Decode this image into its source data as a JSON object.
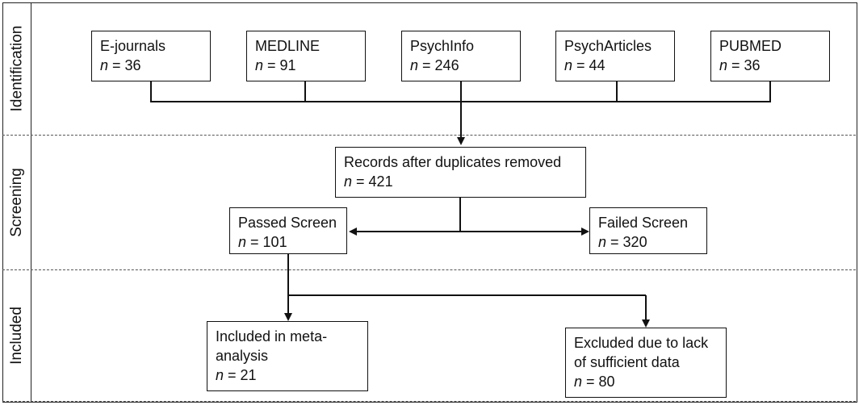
{
  "stages": {
    "identification": "Identification",
    "screening": "Screening",
    "included": "Included"
  },
  "sources": [
    {
      "label": "E-journals",
      "n_symbol": "n",
      "n_value": "= 36"
    },
    {
      "label": "MEDLINE",
      "n_symbol": "n",
      "n_value": "= 91"
    },
    {
      "label": "PsychInfo",
      "n_symbol": "n",
      "n_value": "= 246"
    },
    {
      "label": "PsychArticles",
      "n_symbol": "n",
      "n_value": "= 44"
    },
    {
      "label": "PUBMED",
      "n_symbol": "n",
      "n_value": "= 36"
    }
  ],
  "records": {
    "label": "Records after duplicates removed",
    "n_symbol": "n",
    "n_value": "= 421"
  },
  "passed": {
    "label": "Passed Screen",
    "n_symbol": "n",
    "n_value": "= 101"
  },
  "failed": {
    "label": "Failed Screen",
    "n_symbol": "n",
    "n_value": "= 320"
  },
  "included_box": {
    "label_line1": "Included in meta-",
    "label_line2": "analysis",
    "n_symbol": "n",
    "n_value": "= 21"
  },
  "excluded_box": {
    "label_line1": "Excluded due to lack",
    "label_line2": "of sufficient data",
    "n_symbol": "n",
    "n_value": "= 80"
  }
}
